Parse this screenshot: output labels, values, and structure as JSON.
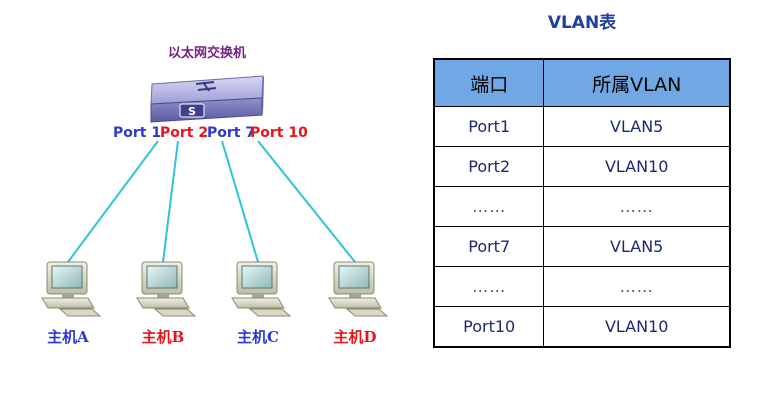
{
  "switch": {
    "title": "以太网交换机",
    "icon": "ethernet-switch-icon"
  },
  "ports": [
    {
      "label": "Port 1",
      "color": "#2b3bd0"
    },
    {
      "label": "Port 2",
      "color": "#e8141c"
    },
    {
      "label": "Port 7",
      "color": "#2b3bd0"
    },
    {
      "label": "Port 10",
      "color": "#e8141c"
    }
  ],
  "hosts": [
    {
      "label": "主机A",
      "color": "#2b3bd0",
      "icon": "computer-icon"
    },
    {
      "label": "主机B",
      "color": "#e8141c",
      "icon": "computer-icon"
    },
    {
      "label": "主机C",
      "color": "#2b3bd0",
      "icon": "computer-icon"
    },
    {
      "label": "主机D",
      "color": "#e8141c",
      "icon": "computer-icon"
    }
  ],
  "link_color": "#2ec4d8",
  "vlan_table": {
    "title": "VLAN表",
    "header": [
      "端口",
      "所属VLAN"
    ],
    "rows": [
      [
        "Port1",
        "VLAN5"
      ],
      [
        "Port2",
        "VLAN10"
      ],
      [
        "……",
        "……"
      ],
      [
        "Port7",
        "VLAN5"
      ],
      [
        "……",
        "……"
      ],
      [
        "Port10",
        "VLAN10"
      ]
    ],
    "header_bg": "#6fa8e4"
  }
}
